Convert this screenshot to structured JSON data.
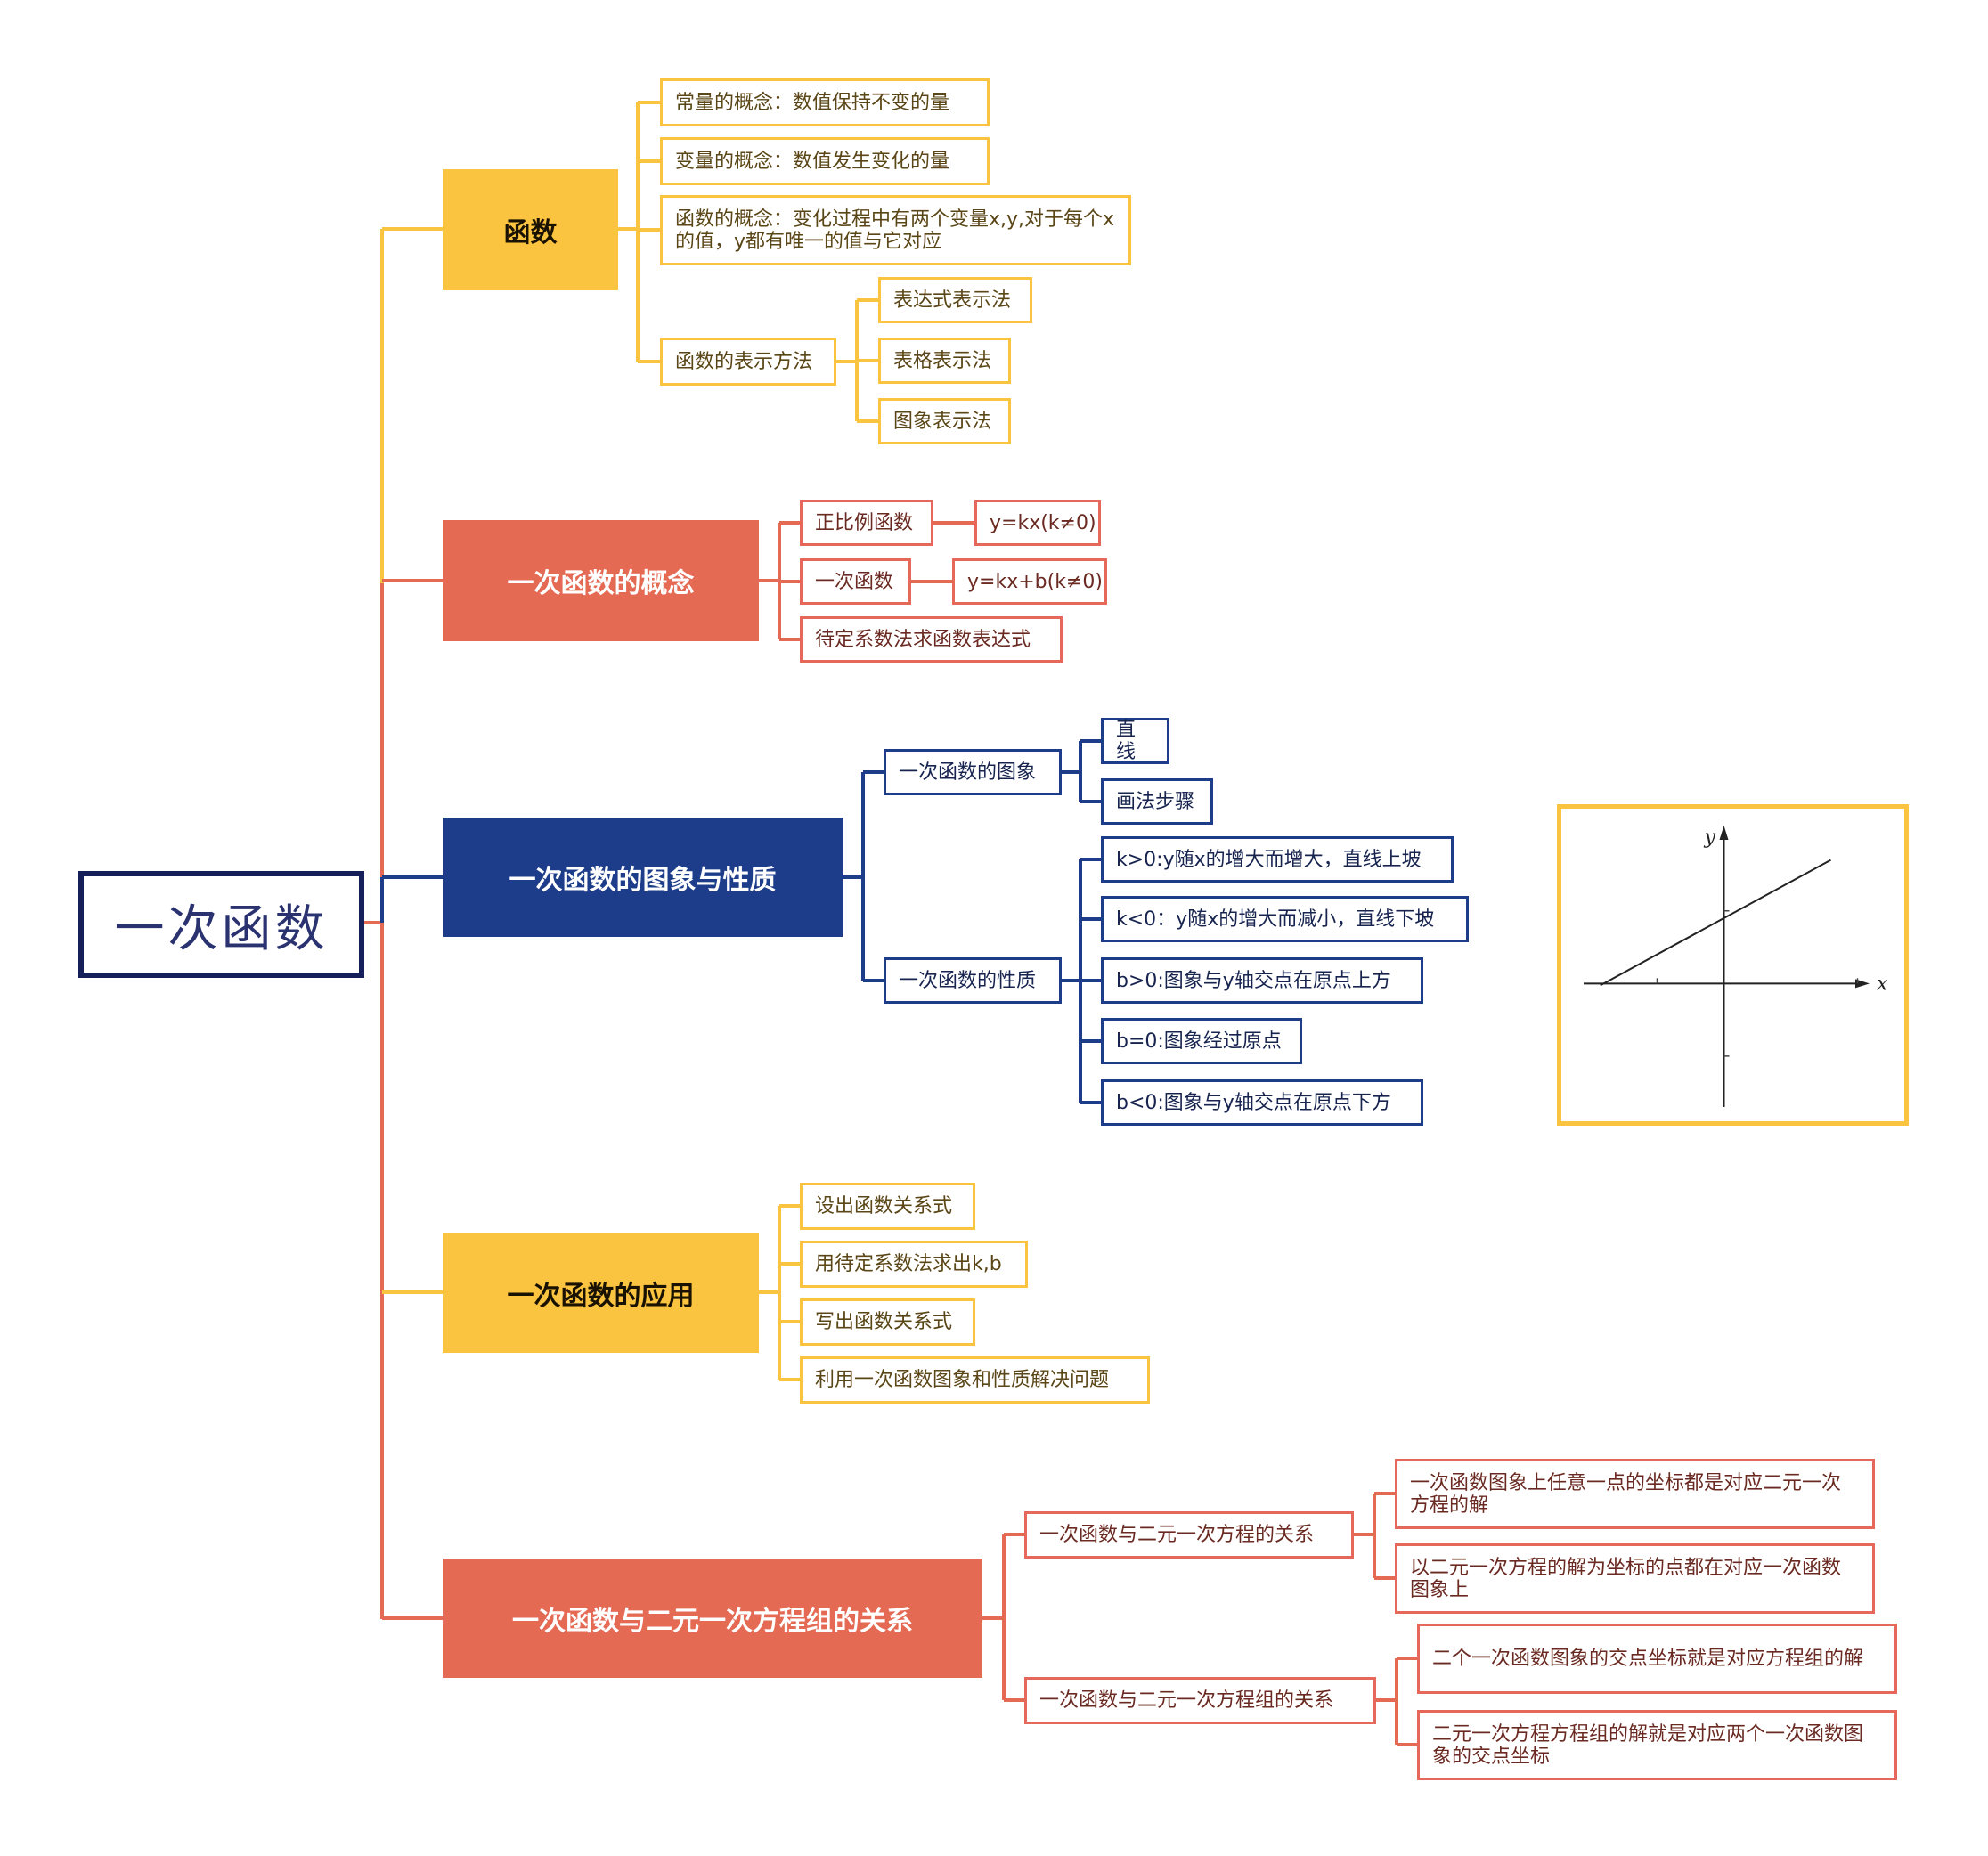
{
  "root": {
    "label": "一次函数"
  },
  "colors": {
    "yellow": "#fbc440",
    "red": "#e56a54",
    "blue": "#1d3d8a",
    "root_border": "#15205a"
  },
  "branches": [
    {
      "label": "函数",
      "children": [
        {
          "label": "常量的概念：数值保持不变的量"
        },
        {
          "label": "变量的概念：数值发生变化的量"
        },
        {
          "label": "函数的概念：变化过程中有两个变量x,y,对于每个x的值，y都有唯一的值与它对应"
        },
        {
          "label": "函数的表示方法",
          "children": [
            {
              "label": "表达式表示法"
            },
            {
              "label": "表格表示法"
            },
            {
              "label": "图象表示法"
            }
          ]
        }
      ]
    },
    {
      "label": "一次函数的概念",
      "children": [
        {
          "label": "正比例函数",
          "children": [
            {
              "label": "y=kx(k≠0)"
            }
          ]
        },
        {
          "label": "一次函数",
          "children": [
            {
              "label": "y=kx+b(k≠0)"
            }
          ]
        },
        {
          "label": "待定系数法求函数表达式"
        }
      ]
    },
    {
      "label": "一次函数的图象与性质",
      "children": [
        {
          "label": "一次函数的图象",
          "children": [
            {
              "label": "直线"
            },
            {
              "label": "画法步骤"
            }
          ]
        },
        {
          "label": "一次函数的性质",
          "children": [
            {
              "label": "k>0:y随x的增大而增大，直线上坡"
            },
            {
              "label": "k<0：y随x的增大而减小，直线下坡"
            },
            {
              "label": "b>0:图象与y轴交点在原点上方"
            },
            {
              "label": "b=0:图象经过原点"
            },
            {
              "label": "b<0:图象与y轴交点在原点下方"
            }
          ]
        }
      ]
    },
    {
      "label": "一次函数的应用",
      "children": [
        {
          "label": "设出函数关系式"
        },
        {
          "label": "用待定系数法求出k,b"
        },
        {
          "label": "写出函数关系式"
        },
        {
          "label": "利用一次函数图象和性质解决问题"
        }
      ]
    },
    {
      "label": "一次函数与二元一次方程组的关系",
      "children": [
        {
          "label": "一次函数与二元一次方程的关系",
          "children": [
            {
              "label": "一次函数图象上任意一点的坐标都是对应二元一次方程的解"
            },
            {
              "label": "以二元一次方程的解为坐标的点都在对应一次函数图象上"
            }
          ]
        },
        {
          "label": "一次函数与二元一次方程组的关系",
          "children": [
            {
              "label": "二个一次函数图象的交点坐标就是对应方程组的解"
            },
            {
              "label": "二元一次方程方程组的解就是对应两个一次函数图象的交点坐标"
            }
          ]
        }
      ]
    }
  ],
  "graph": {
    "x_label": "x",
    "y_label": "y",
    "line": {
      "slope": 0.5,
      "intercept": 0.9
    },
    "x_range": [
      -2.1,
      2.1
    ],
    "y_range": [
      -1.7,
      2.1
    ],
    "x_ticks": [
      -1,
      2
    ],
    "y_ticks": [
      1,
      -1
    ]
  }
}
